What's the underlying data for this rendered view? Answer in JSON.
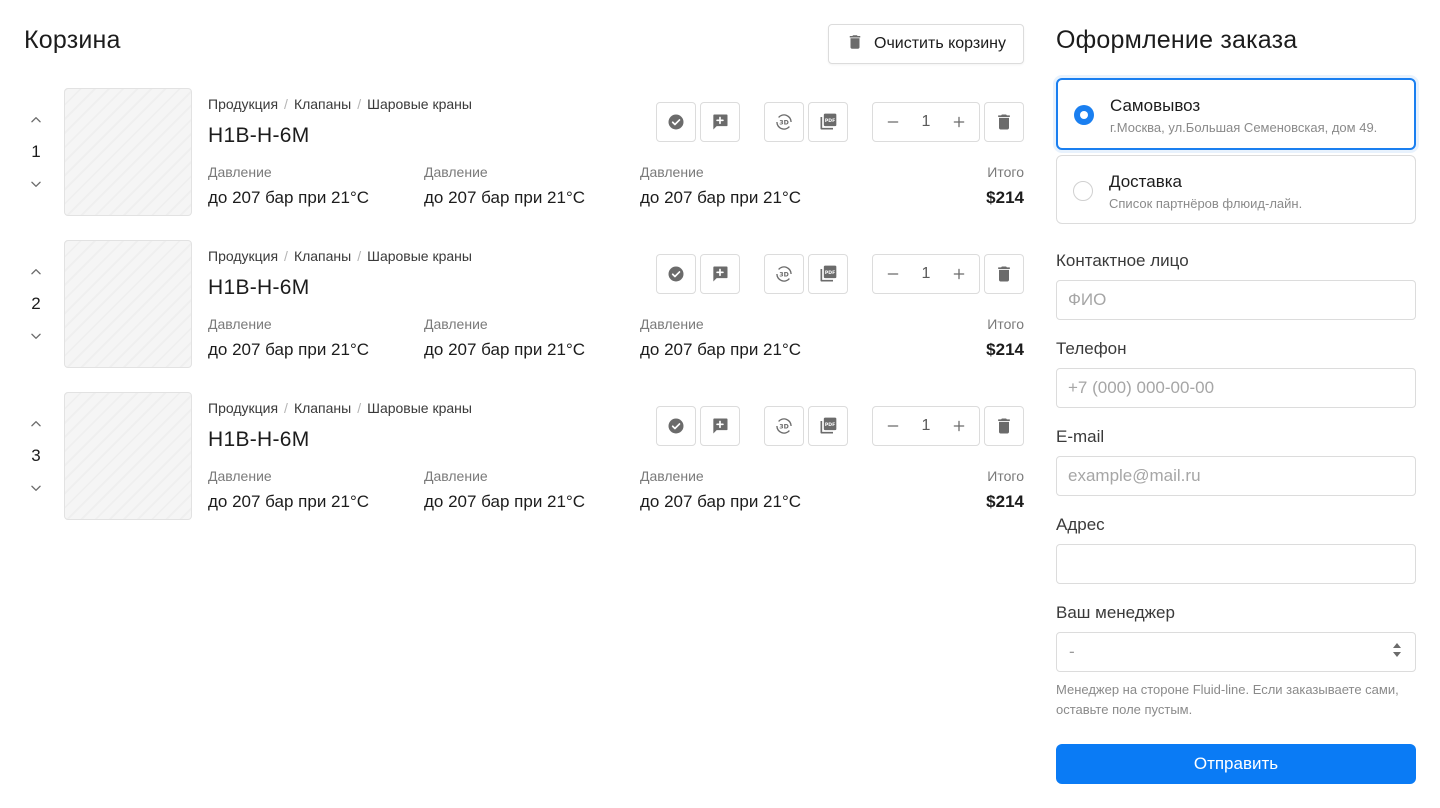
{
  "cart": {
    "title": "Корзина",
    "clear_label": "Очистить корзину",
    "items": [
      {
        "order": "1",
        "crumbs": [
          "Продукция",
          "Клапаны",
          "Шаровые краны"
        ],
        "name": "H1B-H-6M",
        "specs": [
          {
            "label": "Давление",
            "value": "до 207 бар при 21°C"
          },
          {
            "label": "Давление",
            "value": "до 207 бар при 21°C"
          },
          {
            "label": "Давление",
            "value": "до 207 бар при 21°C"
          }
        ],
        "qty": "1",
        "total_label": "Итого",
        "total": "$214"
      },
      {
        "order": "2",
        "crumbs": [
          "Продукция",
          "Клапаны",
          "Шаровые краны"
        ],
        "name": "H1B-H-6M",
        "specs": [
          {
            "label": "Давление",
            "value": "до 207 бар при 21°C"
          },
          {
            "label": "Давление",
            "value": "до 207 бар при 21°C"
          },
          {
            "label": "Давление",
            "value": "до 207 бар при 21°C"
          }
        ],
        "qty": "1",
        "total_label": "Итого",
        "total": "$214"
      },
      {
        "order": "3",
        "crumbs": [
          "Продукция",
          "Клапаны",
          "Шаровые краны"
        ],
        "name": "H1B-H-6M",
        "specs": [
          {
            "label": "Давление",
            "value": "до 207 бар при 21°C"
          },
          {
            "label": "Давление",
            "value": "до 207 бар при 21°C"
          },
          {
            "label": "Давление",
            "value": "до 207 бар при 21°C"
          }
        ],
        "qty": "1",
        "total_label": "Итого",
        "total": "$214"
      }
    ],
    "crumb_separator": "/"
  },
  "checkout": {
    "title": "Оформление заказа",
    "delivery_options": [
      {
        "title": "Самовывоз",
        "subtitle": "г.Москва, ул.Большая Семеновская, дом 49.",
        "selected": true
      },
      {
        "title": "Доставка",
        "subtitle": "Список партнёров флюид-лайн.",
        "selected": false
      }
    ],
    "contact": {
      "label": "Контактное лицо",
      "placeholder": "ФИО",
      "value": ""
    },
    "phone": {
      "label": "Телефон",
      "placeholder": "+7 (000) 000-00-00",
      "value": ""
    },
    "email": {
      "label": "E-mail",
      "placeholder": "example@mail.ru",
      "value": ""
    },
    "address": {
      "label": "Адрес",
      "placeholder": "",
      "value": ""
    },
    "manager": {
      "label": "Ваш менеджер",
      "selected": "-",
      "hint": "Менеджер на стороне Fluid-line. Если заказываете сами, оставьте поле пустым."
    },
    "submit_label": "Отправить"
  },
  "colors": {
    "accent": "#0a7bf5",
    "border": "#dcdcdc",
    "icon": "#6b6b6b"
  },
  "icons": [
    "trash-icon",
    "chevron-up-icon",
    "chevron-down-icon",
    "check-circle-icon",
    "add-comment-icon",
    "rotate-3d-icon",
    "pdf-icon",
    "minus-icon",
    "plus-icon",
    "select-arrows-icon"
  ]
}
